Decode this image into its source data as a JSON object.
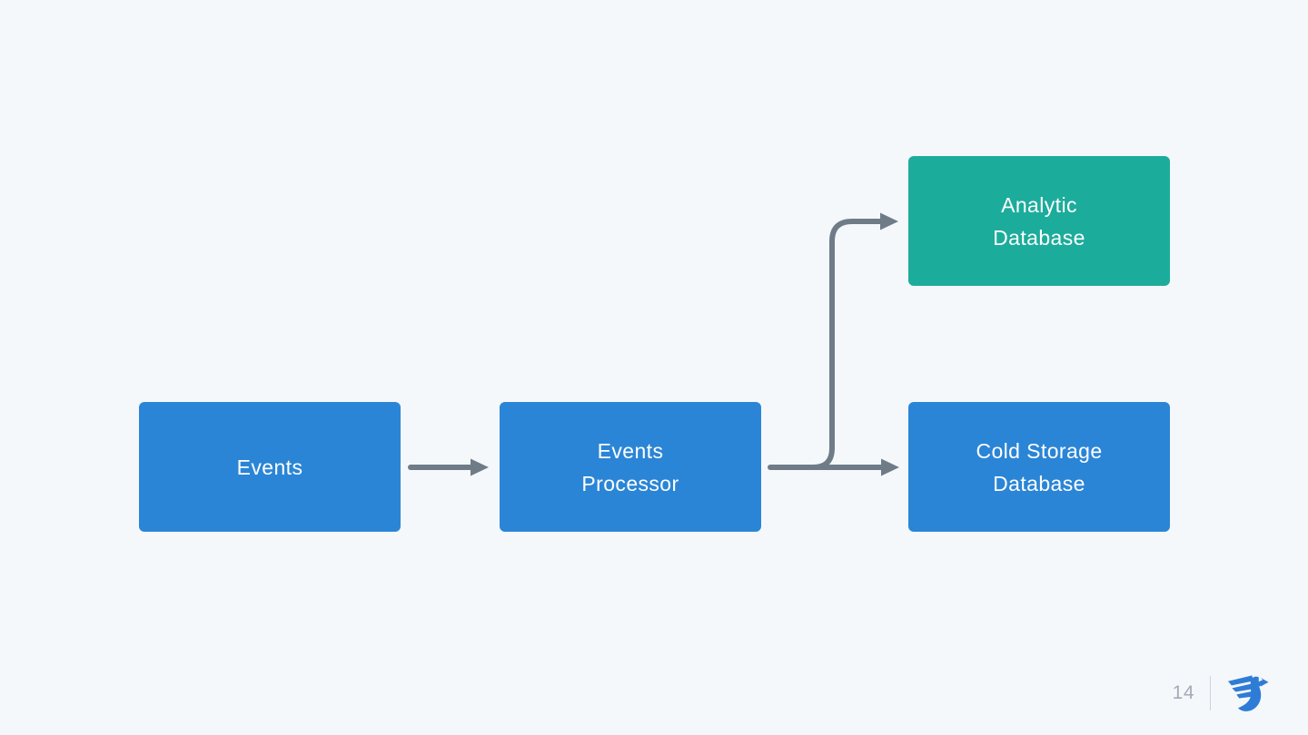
{
  "slide": {
    "background_color": "#f4f8fb"
  },
  "diagram": {
    "connector_color": "#6f7c88",
    "nodes": [
      {
        "id": "events",
        "label_line1": "Events",
        "label_line2": "",
        "color": "#2b85d6",
        "text_color": "#ffffff"
      },
      {
        "id": "events-processor",
        "label_line1": "Events",
        "label_line2": "Processor",
        "color": "#2b85d6",
        "text_color": "#ffffff"
      },
      {
        "id": "analytic-database",
        "label_line1": "Analytic",
        "label_line2": "Database",
        "color": "#1cac9b",
        "text_color": "#ffffff"
      },
      {
        "id": "cold-storage-database",
        "label_line1": "Cold Storage",
        "label_line2": "Database",
        "color": "#2b85d6",
        "text_color": "#ffffff"
      }
    ],
    "edges": [
      "events -> events-processor",
      "events-processor -> analytic-database",
      "events-processor -> cold-storage-database"
    ]
  },
  "footer": {
    "page_number": "14",
    "logo_icon": "bird-logo",
    "logo_color": "#2f7cd6",
    "page_number_color": "#a3abb8",
    "divider_color": "#ccd3dc"
  }
}
